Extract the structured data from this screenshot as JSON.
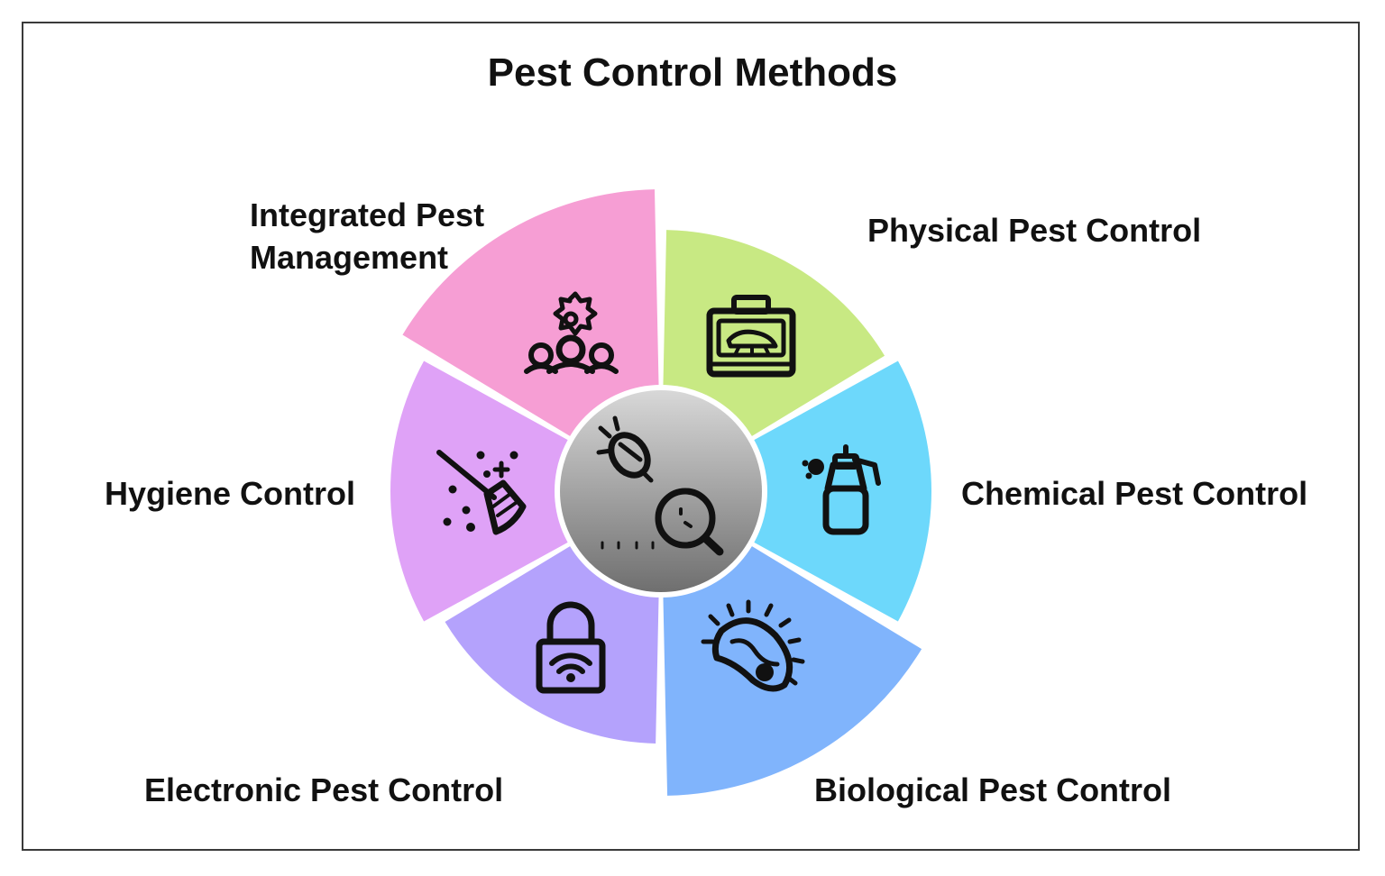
{
  "title": "Pest Control Methods",
  "center": {
    "icon": "bug-magnifier-icon"
  },
  "segments": [
    {
      "label": "Physical Pest Control",
      "icon": "trap-box-icon",
      "color": "#c8e983"
    },
    {
      "label": "Chemical Pest Control",
      "icon": "spray-bottle-icon",
      "color": "#6dd8fb"
    },
    {
      "label": "Biological Pest Control",
      "icon": "microorganism-icon",
      "color": "#80b4fc"
    },
    {
      "label": "Electronic Pest Control",
      "icon": "wifi-lock-icon",
      "color": "#b4a2fc"
    },
    {
      "label": "Hygiene Control",
      "icon": "broom-sparkle-icon",
      "color": "#dfa2f7"
    },
    {
      "label_line1": "Integrated Pest",
      "label_line2": "Management",
      "icon": "flower-network-icon",
      "color": "#f69ed4"
    }
  ]
}
